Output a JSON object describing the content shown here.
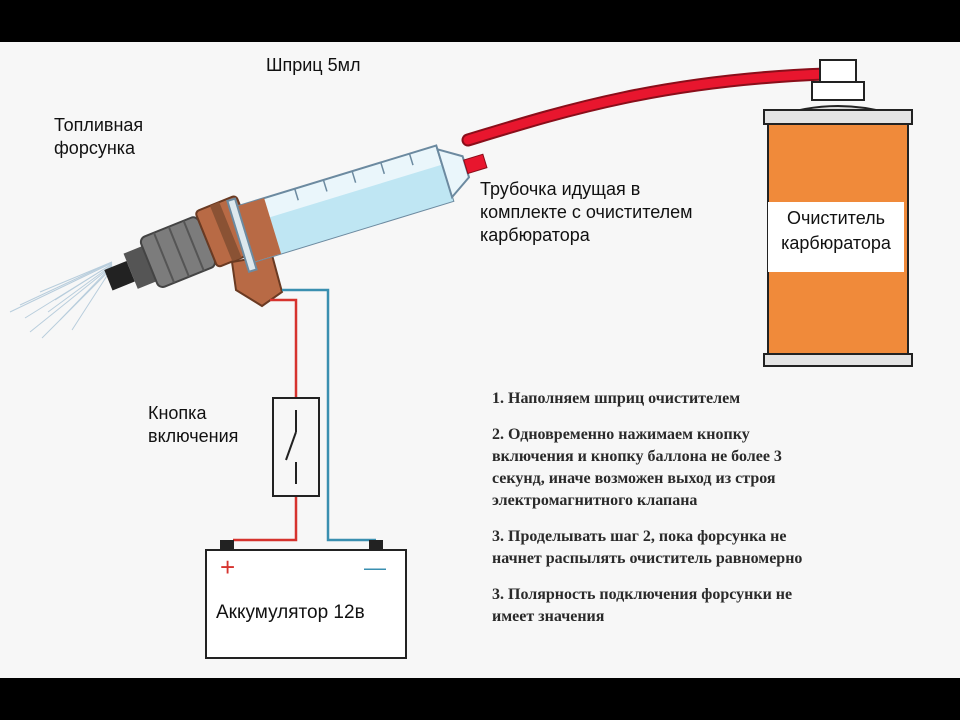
{
  "labels": {
    "injector": [
      "Топливная",
      "форсунка"
    ],
    "syringe": "Шприц 5мл",
    "tube": [
      "Трубочка идущая в",
      "комплекте с очистителем",
      "карбюратора"
    ],
    "cleaner": [
      "Очиститель",
      "карбюратора"
    ],
    "button": [
      "Кнопка",
      "включения"
    ],
    "battery": "Аккумулятор 12в",
    "plus": "+",
    "minus": "—"
  },
  "steps": [
    "1. Наполняем шприц очистителем",
    "2. Одновременно нажимаем кнопку\nвключения и кнопку баллона не более 3\nсекунд, иначе возможен выход из строя\nэлектромагнитного клапана",
    "3. Проделывать шаг 2, пока форсунка не\nначнет распылять очиститель равномерно",
    "3. Полярность подключения форсунки не\nимеет значения"
  ],
  "colors": {
    "can": "#f08a3a",
    "tube": "#e8162e",
    "wire_positive": "#d6332e",
    "wire_negative": "#3a8fb0",
    "syringe_liquid": "#bfe6f3",
    "injector": "#7c7c7c",
    "rubber_tip": "#b86a45"
  }
}
